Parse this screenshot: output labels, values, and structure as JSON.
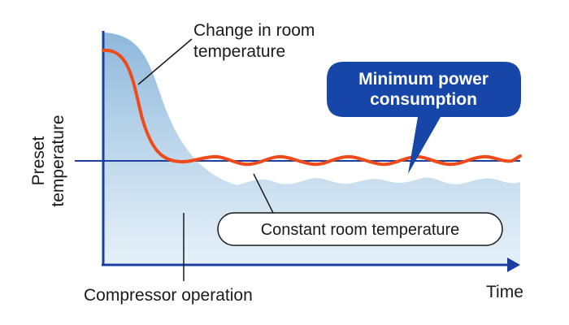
{
  "labels": {
    "change_room_temp_line1": "Change in room",
    "change_room_temp_line2": "temperature",
    "min_power_line1": "Minimum power",
    "min_power_line2": "consumption",
    "preset_temp_line1": "Preset",
    "preset_temp_line2": "temperature",
    "constant_room_temp": "Constant room temperature",
    "compressor_operation": "Compressor operation",
    "time_axis": "Time"
  },
  "colors": {
    "axis": "#1a3fa0",
    "temperature_curve": "#ee4a1a",
    "compressor_fill_top": "#8fb8dc",
    "compressor_fill_bottom": "#e6f1f9",
    "callout_fill": "#1546a8",
    "callout_text": "#ffffff",
    "text": "#1a1a1a"
  }
}
